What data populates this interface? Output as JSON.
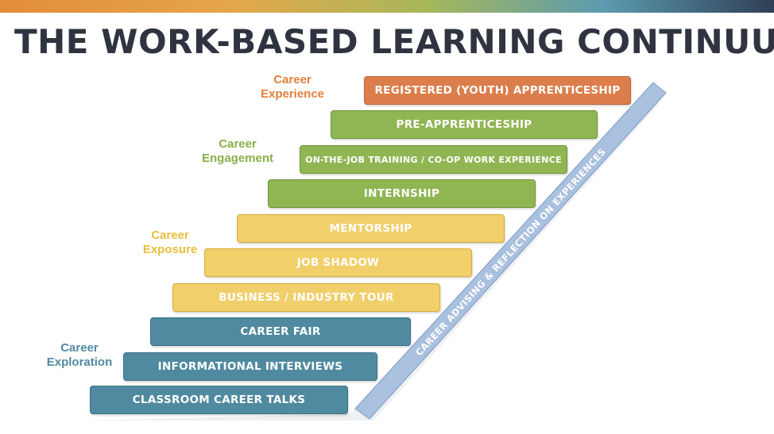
{
  "title": "THE WORK-BASED LEARNING CONTINUUM",
  "stages": {
    "experience": {
      "line1": "Career",
      "line2": "Experience",
      "color": "#e0803e"
    },
    "engagement": {
      "line1": "Career",
      "line2": "Engagement",
      "color": "#8aae4a"
    },
    "exposure": {
      "line1": "Career",
      "line2": "Exposure",
      "color": "#e9bf3e"
    },
    "exploration": {
      "line1": "Career",
      "line2": "Exploration",
      "color": "#4f8aa0"
    }
  },
  "steps": [
    {
      "label": "REGISTERED (YOUTH) APPRENTICESHIP",
      "stage": "Career Experience"
    },
    {
      "label": "PRE-APPRENTICESHIP",
      "stage": "Career Engagement"
    },
    {
      "label": "ON-THE-JOB TRAINING / CO-OP WORK EXPERIENCE",
      "stage": "Career Engagement"
    },
    {
      "label": "INTERNSHIP",
      "stage": "Career Engagement"
    },
    {
      "label": "MENTORSHIP",
      "stage": "Career Exposure"
    },
    {
      "label": "JOB SHADOW",
      "stage": "Career Exposure"
    },
    {
      "label": "BUSINESS / INDUSTRY TOUR",
      "stage": "Career Exposure"
    },
    {
      "label": "CAREER FAIR",
      "stage": "Career Exploration"
    },
    {
      "label": "INFORMATIONAL INTERVIEWS",
      "stage": "Career Exploration"
    },
    {
      "label": "CLASSROOM CAREER TALKS",
      "stage": "Career Exploration"
    }
  ],
  "advising_band": "CAREER ADVISING & REFLECTION ON EXPERIENCES",
  "colors": {
    "exploration": "#4f8aa0",
    "exposure": "#f1cf6a",
    "engagement": "#8fb653",
    "experience": "#db7e4c",
    "band": "#a9c0df",
    "title": "#2f3440"
  }
}
